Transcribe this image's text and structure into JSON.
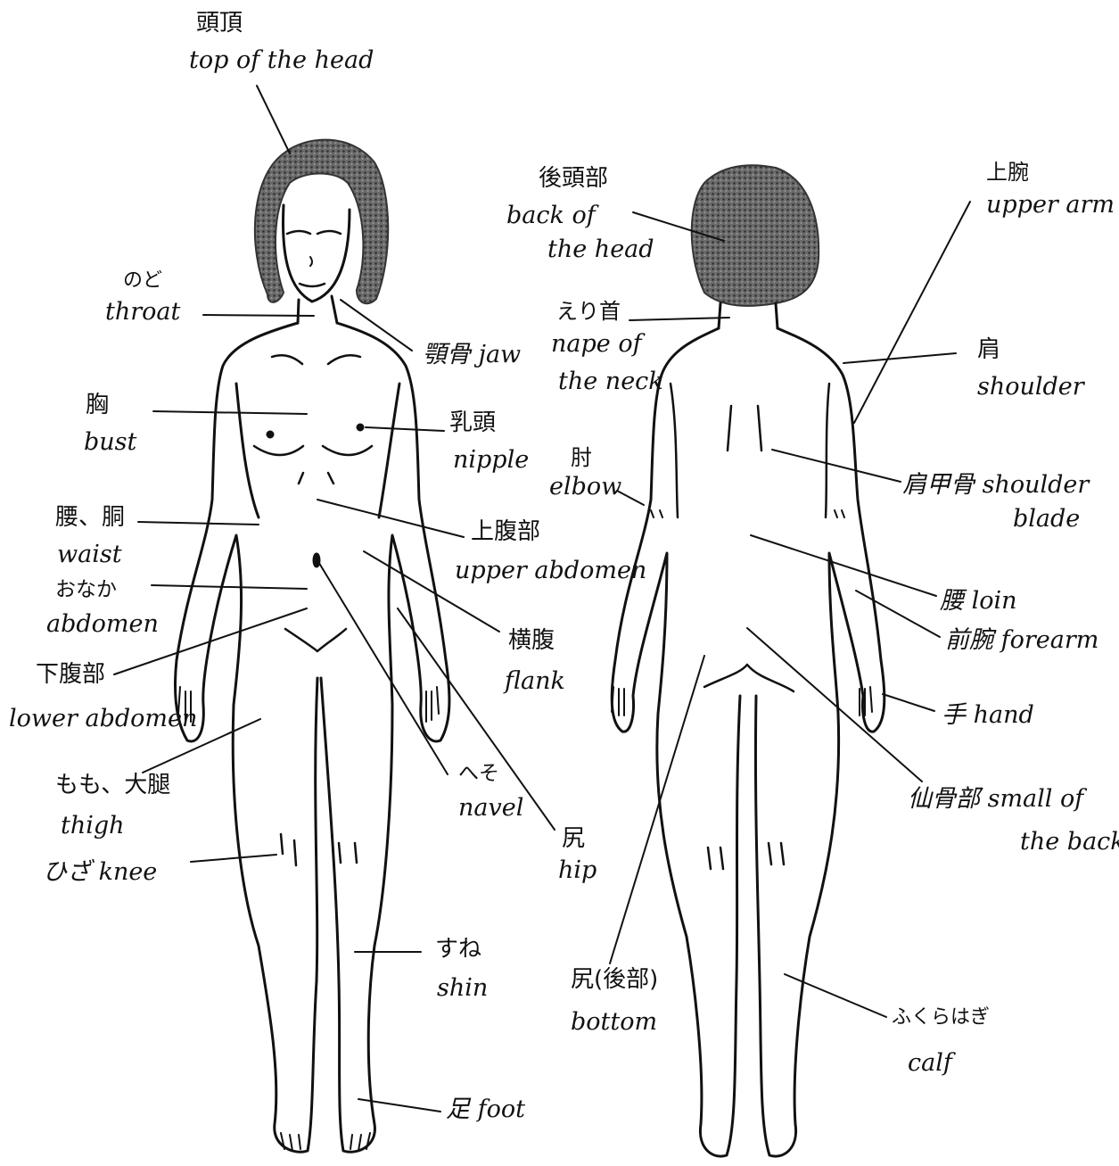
{
  "diagram": {
    "ink_color": "#111111",
    "hair_color": "#555555",
    "background_color": "#ffffff",
    "labels": {
      "top_of_head_jp": "頭頂",
      "top_of_head_en": "top of the head",
      "throat_jp": "のど",
      "throat_en": "throat",
      "jaw": "顎骨 jaw",
      "bust_jp": "胸",
      "bust_en": "bust",
      "nipple_jp": "乳頭",
      "nipple_en": "nipple",
      "waist_jp": "腰、胴",
      "waist_en": "waist",
      "upper_abdomen_jp": "上腹部",
      "upper_abdomen_en": "upper abdomen",
      "abdomen_jp": "おなか",
      "abdomen_en": "abdomen",
      "flank_jp": "横腹",
      "flank_en": "flank",
      "lower_abdomen_jp": "下腹部",
      "lower_abdomen_en": "lower abdomen",
      "thigh_jp": "もも、大腿",
      "thigh_en": "thigh",
      "navel_jp": "へそ",
      "navel_en": "navel",
      "hip_jp": "尻",
      "hip_en": "hip",
      "knee": "ひざ knee",
      "shin_jp": "すね",
      "shin_en": "shin",
      "foot": "足 foot",
      "back_of_head_jp": "後頭部",
      "back_of_head_en_1": "back of",
      "back_of_head_en_2": "the head",
      "upper_arm_jp": "上腕",
      "upper_arm_en": "upper arm",
      "nape_jp": "えり首",
      "nape_en_1": "nape of",
      "nape_en_2": "the neck",
      "shoulder_jp": "肩",
      "shoulder_en": "shoulder",
      "elbow_jp": "肘",
      "elbow_en": "elbow",
      "shoulder_blade_1": "肩甲骨 shoulder",
      "shoulder_blade_2": "blade",
      "loin": "腰 loin",
      "forearm": "前腕 forearm",
      "hand": "手 hand",
      "small_of_back_1": "仙骨部 small of",
      "small_of_back_2": "the back",
      "bottom_jp": "尻(後部)",
      "bottom_en": "bottom",
      "calf_jp": "ふくらはぎ",
      "calf_en": "calf"
    }
  }
}
